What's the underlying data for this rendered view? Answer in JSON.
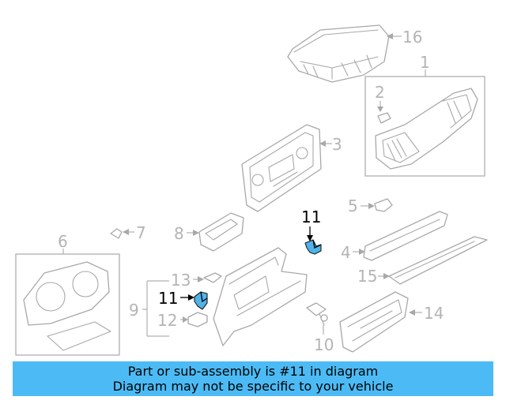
{
  "diagram": {
    "callouts": {
      "c1": "1",
      "c2": "2",
      "c3": "3",
      "c4": "4",
      "c5": "5",
      "c6": "6",
      "c7": "7",
      "c8": "8",
      "c9": "9",
      "c10": "10",
      "c11a": "11",
      "c11b": "11",
      "c12": "12",
      "c13": "13",
      "c14": "14",
      "c15": "15",
      "c16": "16"
    },
    "highlighted_part": "11",
    "colors": {
      "highlight": "#4fb3e8",
      "banner": "#4cbbf5",
      "linework": "#a8a8a8"
    }
  },
  "banner": {
    "line1": "Part or sub-assembly is #11 in diagram",
    "line2": "Diagram may not be specific to your vehicle"
  }
}
